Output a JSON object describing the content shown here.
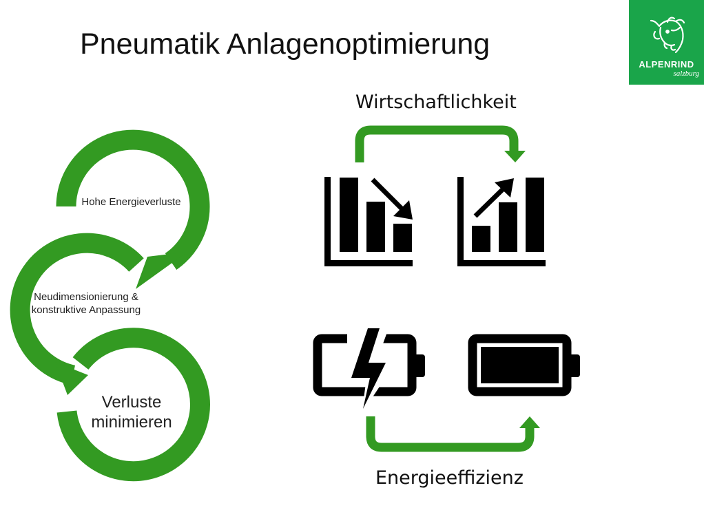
{
  "title": "Pneumatik Anlagenoptimierung",
  "logo": {
    "brand_part1": "ALPEN",
    "brand_part2": "RIND",
    "subtitle": "salzburg"
  },
  "cycle": {
    "steps": [
      {
        "label": "Hohe Energieverluste"
      },
      {
        "label": "Neudimensionierung & konstruktive Anpassung"
      },
      {
        "label": "Verluste minimieren"
      }
    ]
  },
  "economy": {
    "label": "Wirtschaftlichkeit",
    "icons": [
      "chart-decreasing-icon",
      "chart-increasing-icon"
    ]
  },
  "energy": {
    "label": "Energieeffizienz",
    "icons": [
      "battery-charging-icon",
      "battery-full-icon"
    ]
  },
  "colors": {
    "green": "#339a22",
    "logo_green": "#1aa54a",
    "icon": "#000000"
  }
}
